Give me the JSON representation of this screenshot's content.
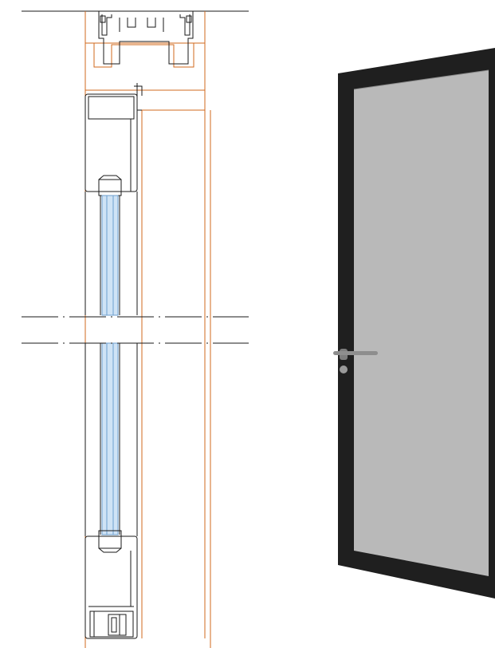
{
  "figure": {
    "panels": [
      "vertical-section-drawing",
      "door-perspective-render"
    ]
  },
  "colors": {
    "background": "#ffffff",
    "linework": "#1a1a1a",
    "wall_outline": "#d2691e",
    "glass_fill": "#cfe3f5",
    "glass_edge": "#6e9fcf",
    "door_frame": "#1f1f1f",
    "door_glass": "#b9b9b9",
    "handle": "#7d7d7d"
  },
  "icons": {
    "break_lines": "dash-dot-break-line",
    "handle": "lever-handle-icon"
  }
}
